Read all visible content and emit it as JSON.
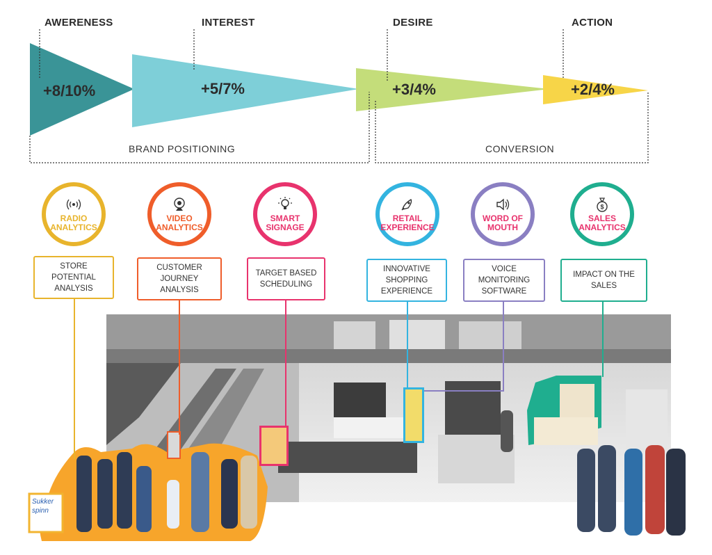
{
  "stages": [
    {
      "title": "AWERENESS",
      "value": "+8/10%",
      "color": "#3a9497"
    },
    {
      "title": "INTEREST",
      "value": "+5/7%",
      "color": "#7ecfd8"
    },
    {
      "title": "DESIRE",
      "value": "+3/4%",
      "color": "#c4dd7a"
    },
    {
      "title": "ACTION",
      "value": "+2/4%",
      "color": "#f7d548"
    }
  ],
  "brackets": [
    {
      "label": "BRAND POSITIONING"
    },
    {
      "label": "CONVERSION"
    }
  ],
  "tools": [
    {
      "label": "RADIO ANALYTICS",
      "line1": "RADIO",
      "line2": "ANALYTICS",
      "icon": "radio-signal-icon",
      "color": "#e8b42c",
      "desc": [
        "STORE",
        "POTENTIAL",
        "ANALYSIS"
      ]
    },
    {
      "label": "VIDEO ANALYTICS",
      "line1": "VIDEO",
      "line2": "ANALYTICS",
      "icon": "webcam-icon",
      "color": "#ef5d2a",
      "desc": [
        "CUSTOMER",
        "JOURNEY",
        "ANALYSIS"
      ]
    },
    {
      "label": "SMART SIGNAGE",
      "line1": "SMART",
      "line2": "SIGNAGE",
      "icon": "lightbulb-icon",
      "color": "#e8336d",
      "desc": [
        "TARGET BASED",
        "SCHEDULING",
        ""
      ]
    },
    {
      "label": "RETAIL EXPERIENCE",
      "line1": "RETAIL",
      "line2": "EXPERIENCE",
      "icon": "rocket-icon",
      "color": "#33b4e0",
      "desc": [
        "INNOVATIVE",
        "SHOPPING",
        "EXPERIENCE"
      ]
    },
    {
      "label": "WORD OF MOUTH",
      "line1": "WORD OF",
      "line2": "MOUTH",
      "icon": "speaker-icon",
      "color": "#8a7fc2",
      "desc": [
        "VOICE",
        "MONITORING",
        "SOFTWARE"
      ]
    },
    {
      "label": "SALES ANALYTICS",
      "line1": "SALES",
      "line2": "ANALYTICS",
      "icon": "money-bag-icon",
      "color": "#1fae8f",
      "desc": [
        "IMPACT ON THE",
        "SALES",
        ""
      ]
    }
  ],
  "sign_text": [
    "Sukker",
    "spinn"
  ]
}
